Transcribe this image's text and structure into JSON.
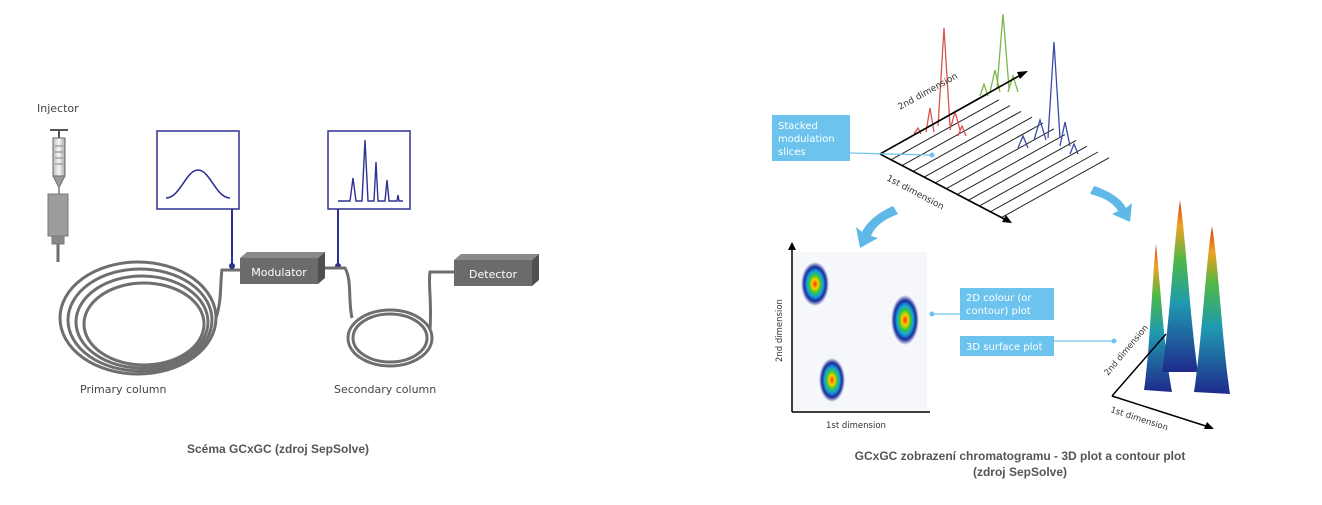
{
  "left_diagram": {
    "injector_label": "Injector",
    "modulator_label": "Modulator",
    "detector_label": "Detector",
    "primary_column_label": "Primary column",
    "secondary_column_label": "Secondary column",
    "caption": "Scéma GCxGC (zdroj SepSolve)"
  },
  "right_diagram": {
    "stacked_label_lines": [
      "Stacked",
      "modulation",
      "slices"
    ],
    "colour_plot_label_lines": [
      "2D colour (or",
      "contour) plot"
    ],
    "surface_plot_label": "3D surface plot",
    "slices_axis_2nd": "2nd dimension",
    "slices_axis_1st": "1st dimension",
    "contour_xlabel": "1st dimension",
    "contour_ylabel": "2nd dimension",
    "surface_axis_2nd": "2nd dimension",
    "surface_axis_1st": "1st dimension",
    "caption_lines": [
      "GCxGC zobrazení chromatogramu - 3D plot a contour plot",
      "(zdroj SepSolve)"
    ]
  },
  "colors": {
    "column": "#6e6e6e",
    "box_fill": "#6b6b6b",
    "trace": "#2e3192",
    "callout": "#6cc4ee",
    "arrow": "#5fb8e8",
    "peak_red": "#d9534f",
    "peak_green": "#7ab648",
    "peak_blue": "#3b4aa8"
  }
}
